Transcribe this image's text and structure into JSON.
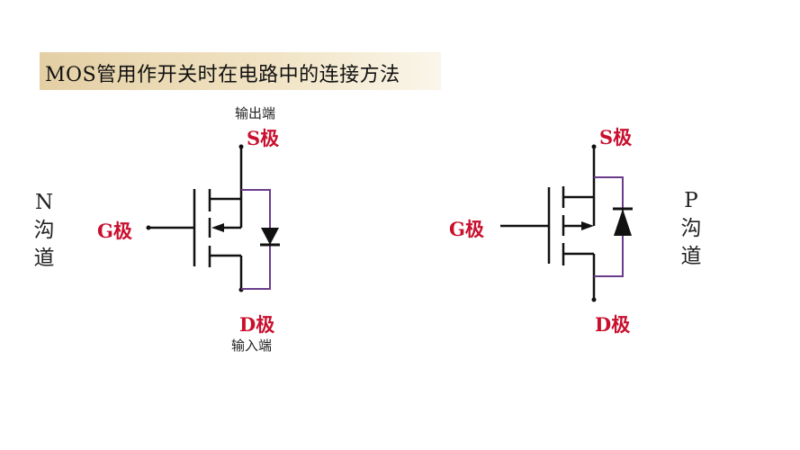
{
  "title": "MOS管用作开关时在电路中的连接方法",
  "n_mos": {
    "channel": [
      "N",
      "沟",
      "道"
    ],
    "gate": "G极",
    "source": "S极",
    "drain": "D极",
    "output": "输出端",
    "input": "输入端"
  },
  "p_mos": {
    "channel": [
      "P",
      "沟",
      "道"
    ],
    "gate": "G极",
    "source": "S极",
    "drain": "D极"
  },
  "colors": {
    "wire": "#111111",
    "diode_link": "#6a3d8c",
    "label_red": "#c8102e",
    "banner": "#e4cfa4"
  }
}
